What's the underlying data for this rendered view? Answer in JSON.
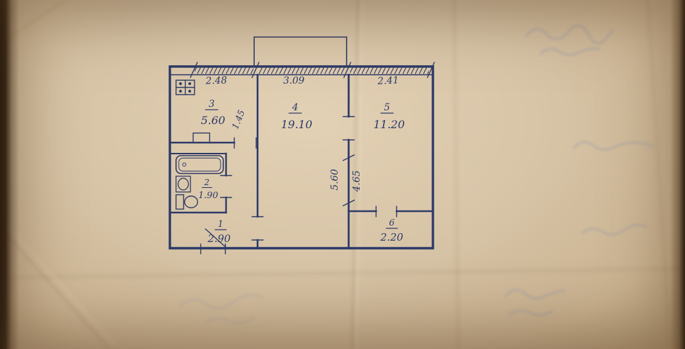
{
  "plan": {
    "ink_color": "#2c3a68",
    "paper_color": "#d8c5a8",
    "top_dims": {
      "kitchen": "2.48",
      "living": "3.09",
      "bedroom": "2.41"
    },
    "side_dims": {
      "living_depth": "5.60",
      "bedroom_depth": "4.65",
      "kitchen_part": "1.45"
    },
    "rooms": {
      "kitchen": {
        "number": "3",
        "area": "5.60"
      },
      "living": {
        "number": "4",
        "area": "19.10"
      },
      "bedroom": {
        "number": "5",
        "area": "11.20"
      },
      "bathroom": {
        "number": "2",
        "area": "1.90"
      },
      "hall": {
        "number": "1",
        "area": "2.90"
      },
      "storage": {
        "number": "6",
        "area": "2.20"
      }
    }
  }
}
